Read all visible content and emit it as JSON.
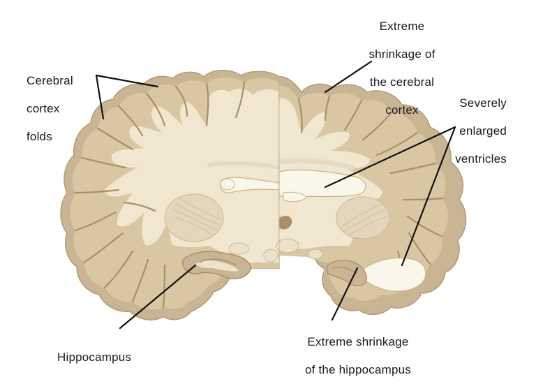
{
  "labels": {
    "cortex_folds": [
      "Cerebral",
      "cortex",
      "folds"
    ],
    "cortex_shrinkage": [
      "Extreme",
      "shrinkage of",
      "the cerebral",
      "cortex"
    ],
    "ventricles": [
      "Severely",
      "enlarged",
      "ventricles"
    ],
    "hippocampus": "Hippocampus",
    "hippocampus_shrinkage": [
      "Extreme shrinkage",
      "of the hippocampus"
    ]
  },
  "colors": {
    "cortex_outer": "#c9b493",
    "cortex_gray": "#d6c4a2",
    "white_matter": "#f2e8d3",
    "ventricle": "#fbf6ea",
    "leader_line": "#111111"
  }
}
